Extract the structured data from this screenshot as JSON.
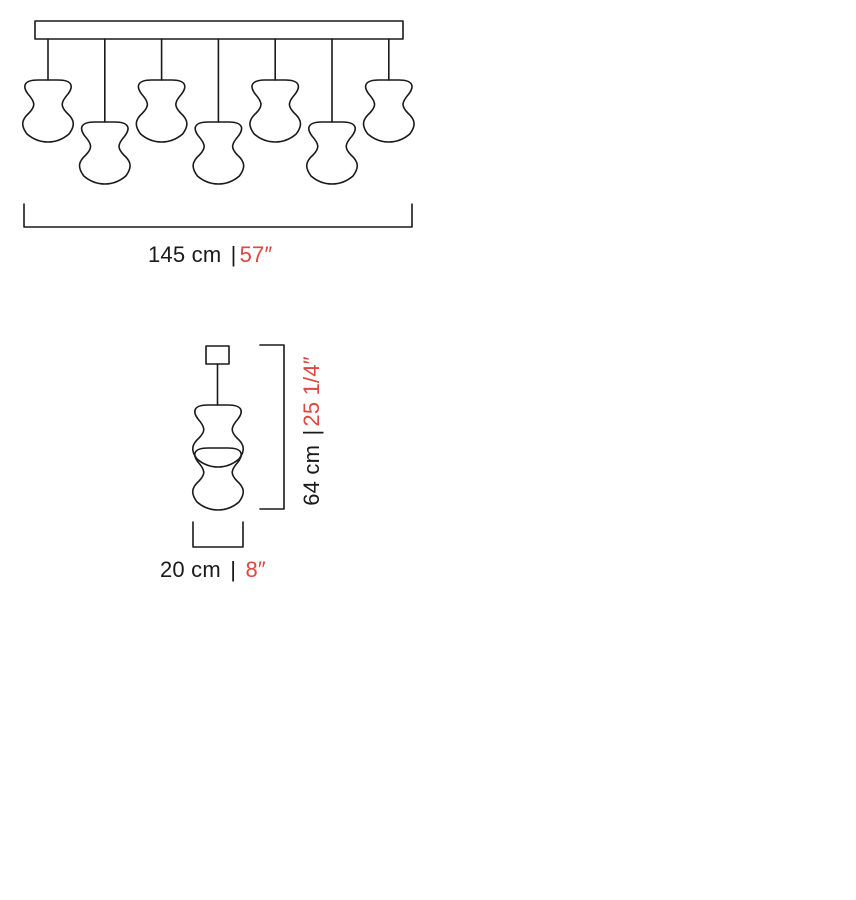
{
  "colors": {
    "line": "#1a1a1a",
    "accent": "#e0463f"
  },
  "front_view": {
    "width_metric": "145 cm",
    "width_separator": "|",
    "width_imperial": "57″",
    "pendant_count": 7
  },
  "side_view": {
    "width_metric": "20 cm",
    "width_separator": "|",
    "width_imperial": "8″",
    "height_metric": "64 cm",
    "height_separator": "|",
    "height_imperial": "25 1/4″"
  }
}
